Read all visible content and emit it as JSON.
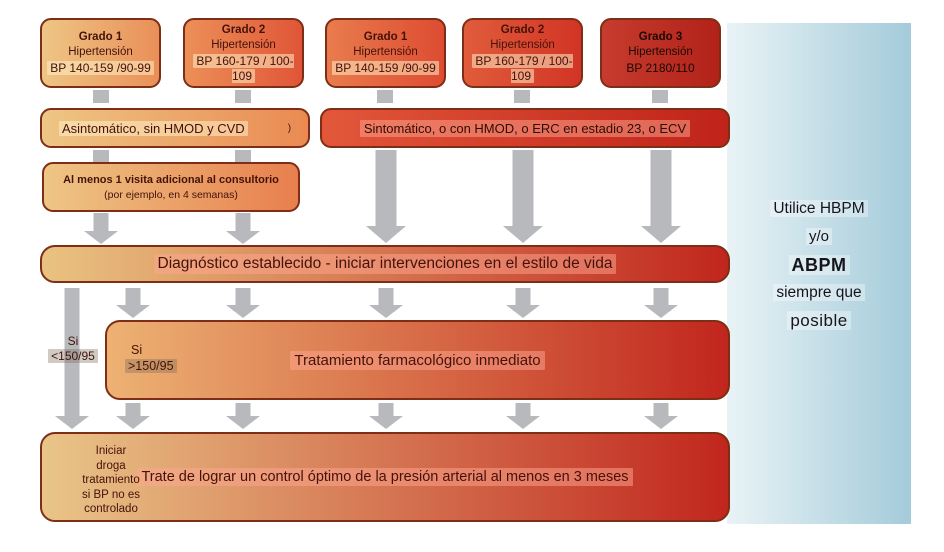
{
  "palette": {
    "g1a": "#eec685",
    "g1b": "#e98f58",
    "g2a": "#ec9058",
    "g2b": "#e05537",
    "g3a": "#e97c4e",
    "g3b": "#dd4c31",
    "g4a": "#e05c3b",
    "g4b": "#d23425",
    "g5a": "#c63c2e",
    "g5b": "#b22219",
    "asym-a": "#eec685",
    "asym-b": "#ea8a52",
    "symp-a": "#e2573a",
    "symp-b": "#bf2319",
    "visit-a": "#eec685",
    "visit-b": "#e87f4e",
    "band-a": "#e9c381",
    "band-b": "#c1261d",
    "treat-a": "#edb273",
    "treat-b": "#c1261d",
    "bottom-a": "#e9c588",
    "bottom-b": "#c1261d",
    "blue-a": "#e9f3f6",
    "blue-b": "#a4cbda",
    "arrow": "#b7b9bd",
    "box-border": "#7e2e16",
    "text-dark": "#44120a",
    "hl-warm": "rgba(255,238,196,0.55)",
    "hl-pink": "rgba(255,166,144,0.50)",
    "hl-gray": "rgba(120,104,88,0.35)"
  },
  "top_boxes": [
    {
      "line1": "Grado 1",
      "line2": "Hipertensión",
      "line3": "BP 140-159 /90-99"
    },
    {
      "line1": "Grado 2",
      "line2": "Hipertensión",
      "line3": "BP 160-179 / 100-109"
    },
    {
      "line1": "Grado 1",
      "line2": "Hipertensión",
      "line3": "BP 140-159 /90-99"
    },
    {
      "line1": "Grado 2",
      "line2": "Hipertensión",
      "line3": "BP 160-179 / 100-109"
    },
    {
      "line1": "Grado 3",
      "line2": "Hipertensión",
      "line3": "BP 2180/110"
    }
  ],
  "row2": {
    "asymptomatic": "Asintomático, sin HMOD y CVD",
    "asymptomatic_suffix": ")",
    "symptomatic": "Sintomático, o con HMOD, o ERC en estadio 23, o ECV"
  },
  "visit_box": {
    "line1": "Al menos 1 visita adicional al consultorio",
    "line2": "(por ejemplo, en 4 semanas)"
  },
  "diagnosis_band": "Diagnóstico establecido - iniciar intervenciones en el estilo de vida",
  "si_less": {
    "line1": "Si",
    "line2": "<150/95"
  },
  "si_greater": {
    "line1": "Si",
    "line2": ">150/95"
  },
  "treatment_band": "Tratamiento farmacológico inmediato",
  "start_drug": {
    "lines": [
      "Iniciar",
      "droga",
      "tratamiento",
      "si BP no es",
      "controlado"
    ]
  },
  "control_band": "Trate de lograr un control óptimo de la presión arterial al menos en 3 meses",
  "side_panel": {
    "lines": [
      "Utilice HBPM",
      "y/o",
      "ABPM",
      "siempre que",
      "posible"
    ]
  }
}
